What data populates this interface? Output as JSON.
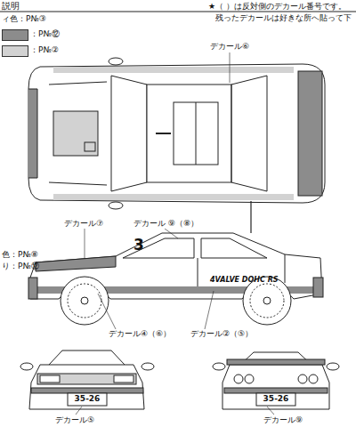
{
  "diagram": {
    "title": "説明",
    "labels": [
      "ィ色：P№③",
      "★（ ）は反対側のデカール番号です。",
      "残ったデカールは好きな所へ貼って下",
      "デカール⑥",
      "色：P№⑧",
      "り：P№⑫",
      "デカール⑦",
      "デカール ⑨（⑧）",
      "3",
      "4VALVE DOHC RS",
      "デカール④（⑥）",
      "デカール②（⑤）",
      "35-26",
      "35-26",
      "デカール⑤",
      "デカール⑨"
    ],
    "legend": [
      {
        "text": "：P№⑫",
        "color": "#8c8c8c"
      },
      {
        "text": "：P№②",
        "color": "#d2d2d2"
      }
    ]
  }
}
